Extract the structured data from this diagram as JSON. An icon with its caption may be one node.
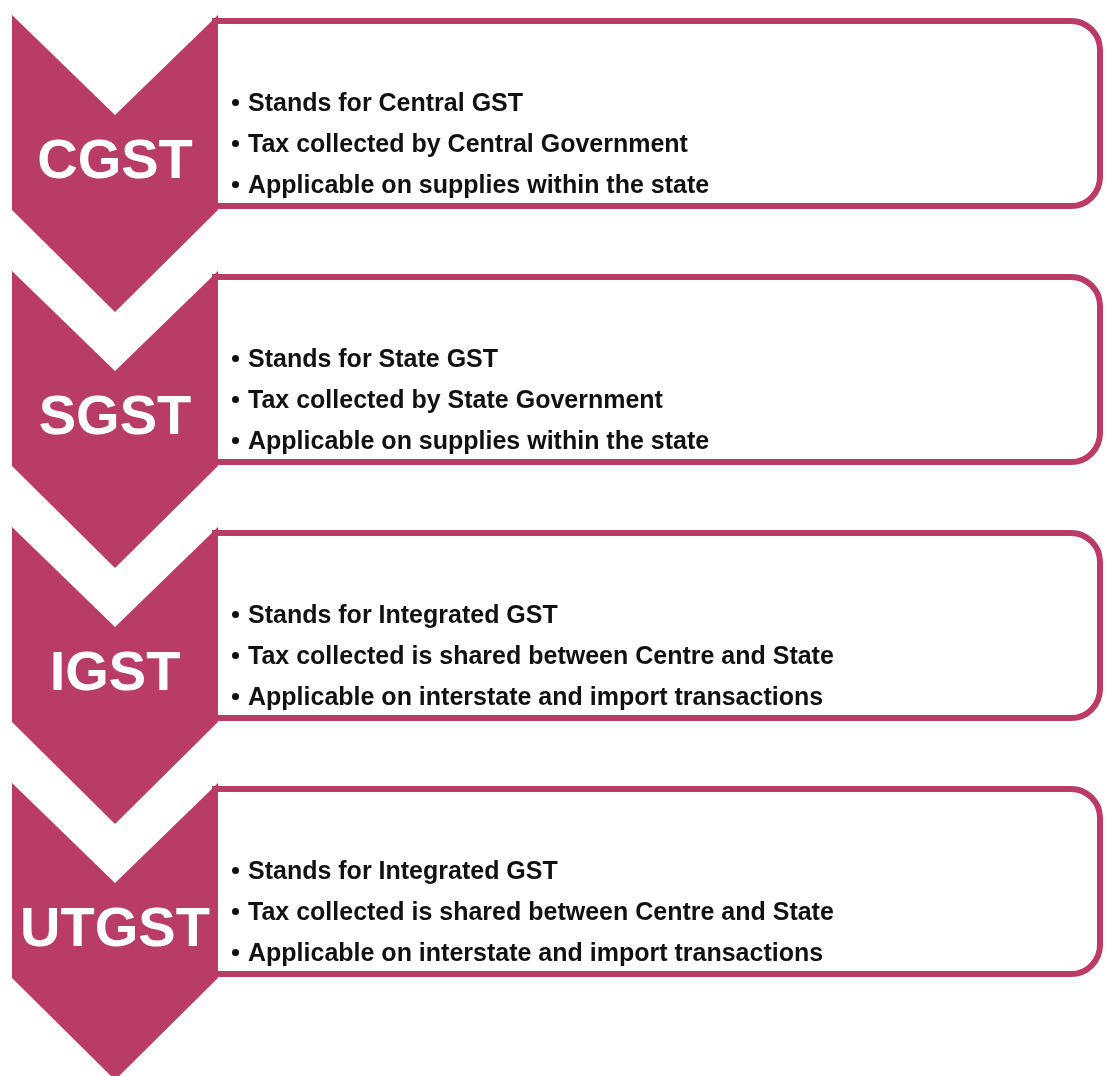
{
  "diagram": {
    "nodes": [
      {
        "text": [
          "CGST"
        ]
      },
      {
        "text": [
          "Stands for Central GST",
          "Tax collected by Central Government",
          "Applicable on supplies within the state"
        ]
      },
      {
        "text": [
          "SGST"
        ]
      },
      {
        "text": [
          "Stands for State GST",
          "Tax collected by State Government",
          "Applicable on supplies within the state"
        ]
      },
      {
        "text": [
          "IGST"
        ]
      },
      {
        "text": [
          "Stands for Integrated GST",
          "Tax collected is shared between Centre and State",
          "Applicable on interstate and import transactions"
        ]
      },
      {
        "text": [
          "UTGST"
        ]
      },
      {
        "text": [
          "Stands for Integrated GST",
          "Tax collected is shared between Centre and State",
          "Applicable on interstate and import transactions"
        ]
      }
    ]
  }
}
